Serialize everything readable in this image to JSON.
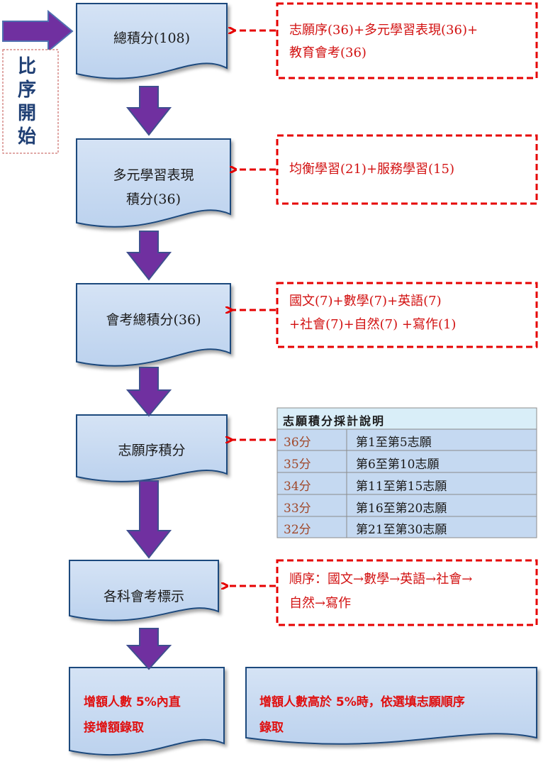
{
  "side_label": [
    "比",
    "序",
    "開",
    "始"
  ],
  "nodes": {
    "total": "總積分(108)",
    "diverse_line1": "多元學習表現",
    "diverse_line2": "積分(36)",
    "exam_total": "會考總積分(36)",
    "preference": "志願序積分",
    "subject_marks": "各科會考標示",
    "outcome_direct_line1": "增額人數 5%內直",
    "outcome_direct_line2": "接增額錄取",
    "outcome_over_line1": "增額人數高於 5%時，依選填志願順序",
    "outcome_over_line2": "錄取"
  },
  "notes": {
    "total_line1": "志願序(36)+多元學習表現(36)+",
    "total_line2": "教育會考(36)",
    "diverse_line1": "均衡學習(21)+服務學習(15)",
    "exam_line1": "國文(7)+數學(7)+英語(7)",
    "exam_line2": "+社會(7)+自然(7) +寫作(1)",
    "order_line1": "順序：國文→數學→英語→社會→",
    "order_line2": "自然→寫作"
  },
  "pref_table": {
    "title": "志願積分採計說明",
    "rows": [
      {
        "score": "36分",
        "range": "第1至第5志願"
      },
      {
        "score": "35分",
        "range": "第6至第10志願"
      },
      {
        "score": "34分",
        "range": "第11至第15志願"
      },
      {
        "score": "33分",
        "range": "第16至第20志願"
      },
      {
        "score": "32分",
        "range": "第21至第30志願"
      }
    ]
  },
  "colors": {
    "node_fill": "#c5d9f1",
    "node_stroke": "#1f497d",
    "arrow_fill": "#7030a0",
    "arrow_stroke": "#3f4f8f",
    "note_border": "#e60000",
    "note_text": "#d21010",
    "side_arrow": "#7030a0",
    "table_head_bg": "#d9eef8",
    "table_row_bg": "#c5d9f1"
  }
}
